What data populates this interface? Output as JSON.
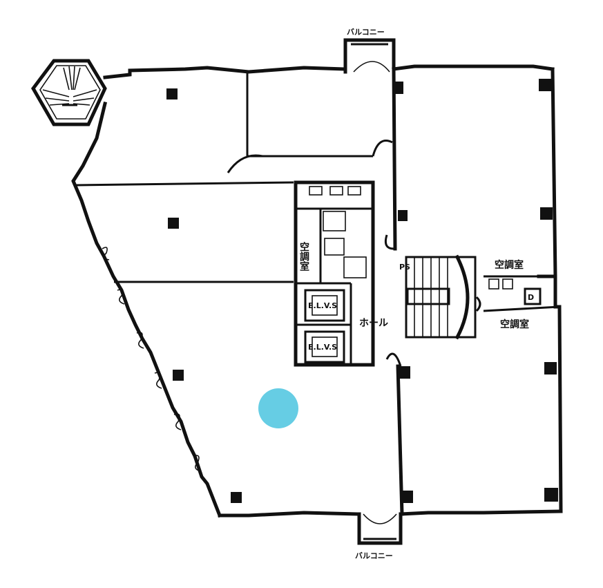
{
  "labels": {
    "balcony_top": "バルコニー",
    "balcony_bottom": "バルコニー",
    "hall": "ホール",
    "elv_upper": "E.L.V.S",
    "elv_lower": "E.L.V.S",
    "ac_room_left": "空調室",
    "ac_room_right_upper": "空調室",
    "ac_room_right_lower": "空調室",
    "ps": "PS",
    "wc_mark": "D"
  },
  "colors": {
    "walls": "#111111",
    "marker": "#66cde4"
  }
}
